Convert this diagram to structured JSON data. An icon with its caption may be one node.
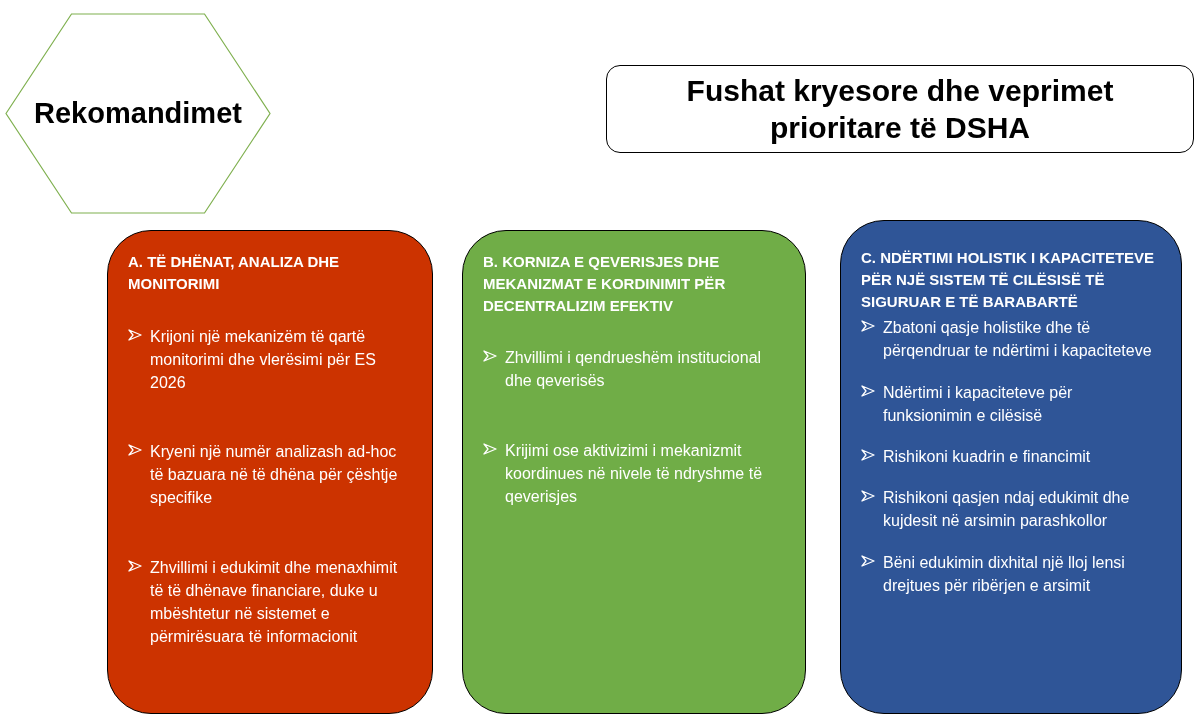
{
  "diagram": {
    "nodes": [
      {
        "text": [
          "Rekomandimet"
        ]
      },
      {
        "text": [
          "Fushat kryesore dhe veprimet prioritare të DSHA"
        ]
      },
      {
        "text": [
          "A. TË DHËNAT, ANALIZA DHE MONITORIMI",
          "Krijoni një mekanizëm të qartë monitorimi dhe vlerësimi për ES 2026",
          "Kryeni një numër analizash ad-hoc të bazuara në të dhëna për çështje specifike",
          "Zhvillimi i edukimit dhe menaxhimit të të dhënave financiare, duke u mbështetur në sistemet e përmirësuara të informacionit"
        ]
      },
      {
        "text": [
          "B. KORNIZA E QEVERISJES DHE MEKANIZMAT E KORDINIMIT PËR DECENTRALIZIM EFEKTIV",
          "Zhvillimi i qendrueshëm institucional dhe qeverisës",
          "Krijimi ose aktivizimi i mekanizmit koordinues në nivele të ndryshme të qeverisjes"
        ]
      },
      {
        "text": [
          "C. NDËRTIMI HOLISTIK I KAPACITETEVE PËR NJË SISTEM TË CILËSISË TË SIGURUAR E TË BARABARTË",
          "Zbatoni qasje holistike dhe të përqendruar te ndërtimi i kapaciteteve",
          "Ndërtimi i kapaciteteve për funksionimin e cilësisë",
          "Rishikoni kuadrin e financimit",
          "Rishikoni qasjen ndaj edukimit dhe kujdesit në arsimin parashkollor",
          "Bëni edukimin dixhital një lloj lensi drejtues për ribërjen e arsimit"
        ]
      }
    ]
  }
}
